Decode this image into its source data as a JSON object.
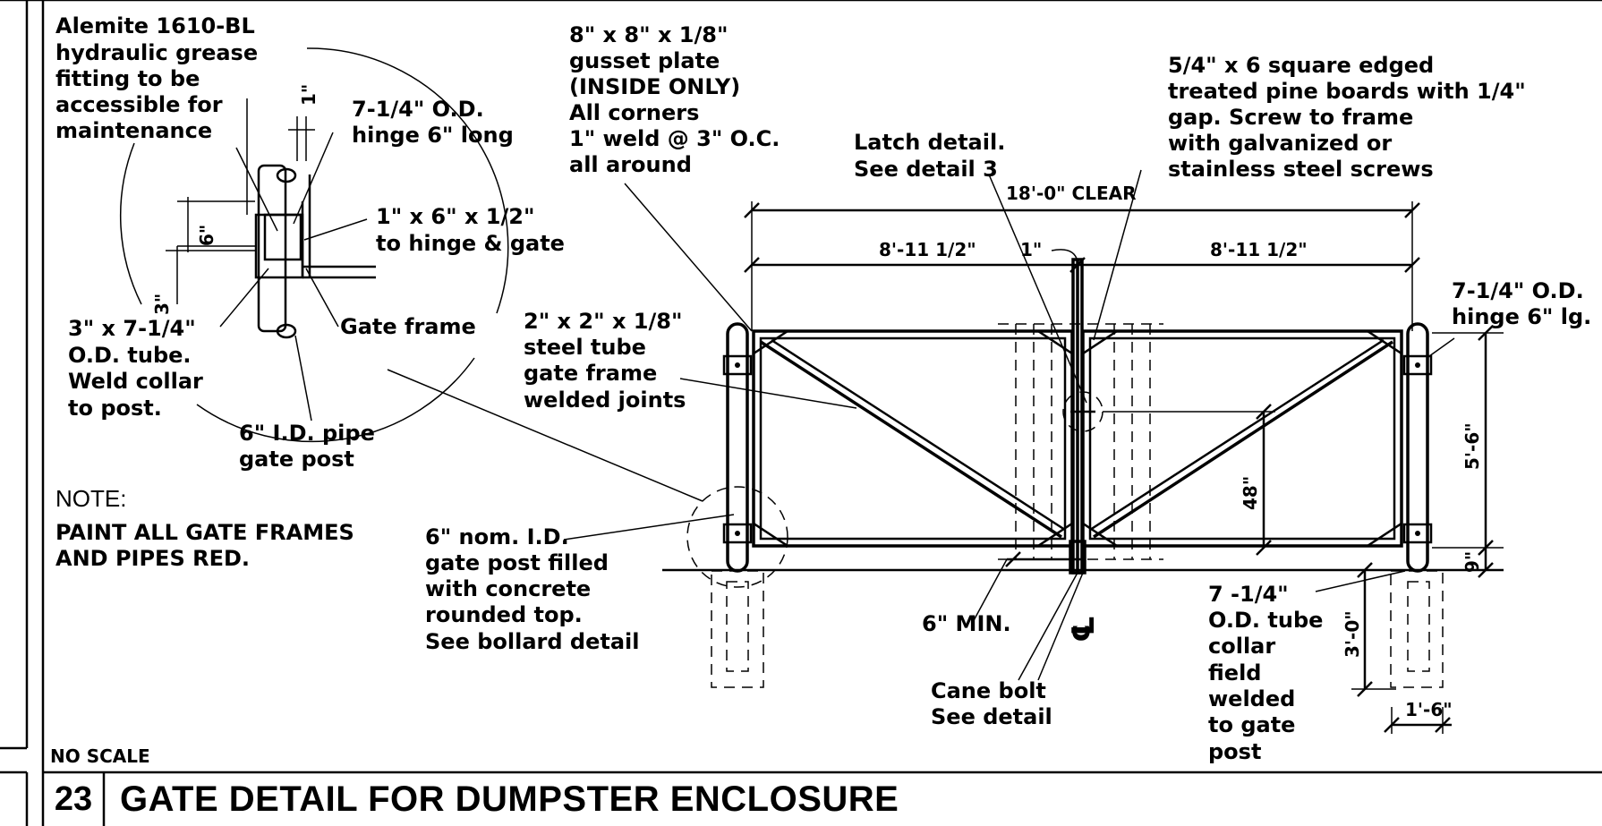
{
  "detail": {
    "number": "23",
    "title": "GATE DETAIL FOR DUMPSTER ENCLOSURE",
    "scale_note": "NO SCALE"
  },
  "note": {
    "heading": "NOTE:",
    "lines": [
      "PAINT ALL GATE FRAMES",
      "AND PIPES RED."
    ]
  },
  "callouts": {
    "grease_fitting": [
      "Alemite 1610-BL",
      "hydraulic grease",
      "fitting to be",
      "accessible for",
      "maintenance"
    ],
    "hinge_od": [
      "7-1/4\" O.D.",
      "hinge 6\" long"
    ],
    "hinge_plate": [
      "1\" x 6\" x 1/2\"",
      "to hinge & gate"
    ],
    "collar_tube": [
      "3\" x 7-1/4\"",
      "O.D. tube.",
      "Weld collar",
      "to post."
    ],
    "gate_frame": [
      "Gate frame"
    ],
    "pipe_post": [
      "6\" I.D. pipe",
      "gate post"
    ],
    "gusset": [
      "8\" x 8\" x 1/8\"",
      "gusset plate",
      "(INSIDE ONLY)",
      "All corners",
      "1\" weld @ 3\" O.C.",
      "all around"
    ],
    "latch": [
      "Latch detail.",
      "See detail 3"
    ],
    "boards": [
      "5/4\" x 6 square edged",
      "treated pine boards with 1/4\"",
      "gap.  Screw to frame",
      "with galvanized or",
      "stainless steel screws"
    ],
    "tube_frame": [
      "2\" x 2\" x 1/8\"",
      "steel tube",
      "gate frame",
      "welded joints"
    ],
    "hinge_right": [
      "7-1/4\" O.D.",
      "hinge 6\" lg."
    ],
    "post_fill": [
      "6\" nom. I.D.",
      "gate post filled",
      "with concrete",
      "rounded top.",
      "See bollard detail"
    ],
    "min_depth": [
      "6\" MIN."
    ],
    "cane_bolt": [
      "Cane bolt",
      "See detail"
    ],
    "collar_right": [
      "7 -1/4\"",
      "O.D. tube",
      "collar",
      "field",
      "welded",
      "to gate",
      "post"
    ]
  },
  "dimensions": {
    "clear": "18'-0\" CLEAR",
    "leaf_left": "8'-11 1/2\"",
    "gap": "1\"",
    "leaf_right": "8'-11 1/2\"",
    "height": "5'-6\"",
    "latch_height": "48\"",
    "ground_gap": "9\"",
    "footing_depth": "3'-0\"",
    "footing_width": "1'-6\"",
    "detail_six": "6\"",
    "detail_three": "3\"",
    "detail_one": "1\"",
    "centerline": "℄"
  }
}
